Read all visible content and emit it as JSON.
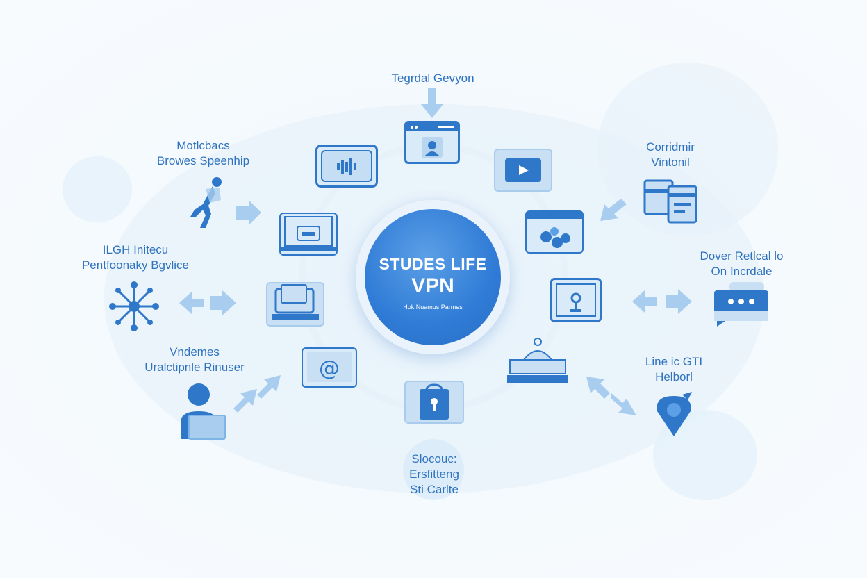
{
  "hub": {
    "title_line1": "STUDES LIFE",
    "title_line2": "VPN",
    "subtitle": "Hok Nuamus Parmes"
  },
  "labels": {
    "top": "Tegrdal Gevyon",
    "left_1": [
      "Motlcbacs",
      "Browes Speenhip"
    ],
    "left_2": [
      "ILGH Initecu",
      "Pentfoonaky Bgvlice"
    ],
    "left_3": [
      "Vndemes",
      "Uralctipnle Rinuser"
    ],
    "right_1": [
      "Corridmir",
      "Vintonil"
    ],
    "right_2": [
      "Dover Retlcal lo",
      "On Incrdale"
    ],
    "right_3": [
      "Line ic GTI",
      "Helborl"
    ],
    "bottom": [
      "Slocouc:",
      "Ersfitteng",
      "Sti Carlte"
    ]
  },
  "colors": {
    "primary": "#2e77c9",
    "light": "#c9e0f4",
    "background": "#f3f9fd"
  },
  "icons": [
    "browser-user-icon",
    "audio-wave-icon",
    "play-card-icon",
    "laptop-toolbox-icon",
    "photos-icon",
    "monitor-icon",
    "key-lock-icon",
    "at-sign-icon",
    "router-icon",
    "padlock-icon",
    "person-running-icon",
    "network-node-icon",
    "person-laptop-icon",
    "devices-icon",
    "chat-bubble-icon",
    "location-pin-icon"
  ]
}
